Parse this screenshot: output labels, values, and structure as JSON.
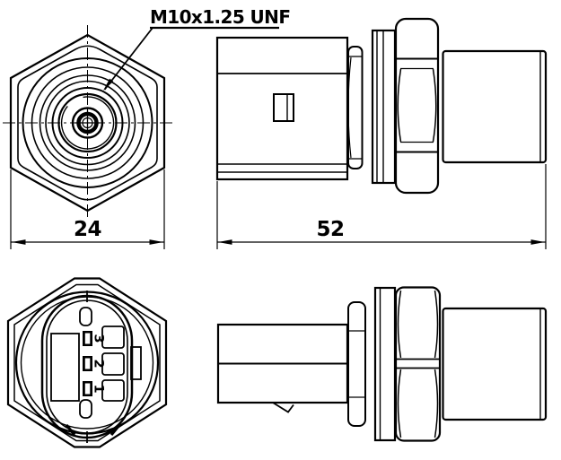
{
  "colors": {
    "background": "#ffffff",
    "line": "#000000"
  },
  "labels": {
    "thread": "M10x1.25 UNF",
    "dim_hex_width": "24",
    "dim_overall_length": "52",
    "pin_top": "3",
    "pin_middle": "2",
    "pin_bottom": "1"
  }
}
